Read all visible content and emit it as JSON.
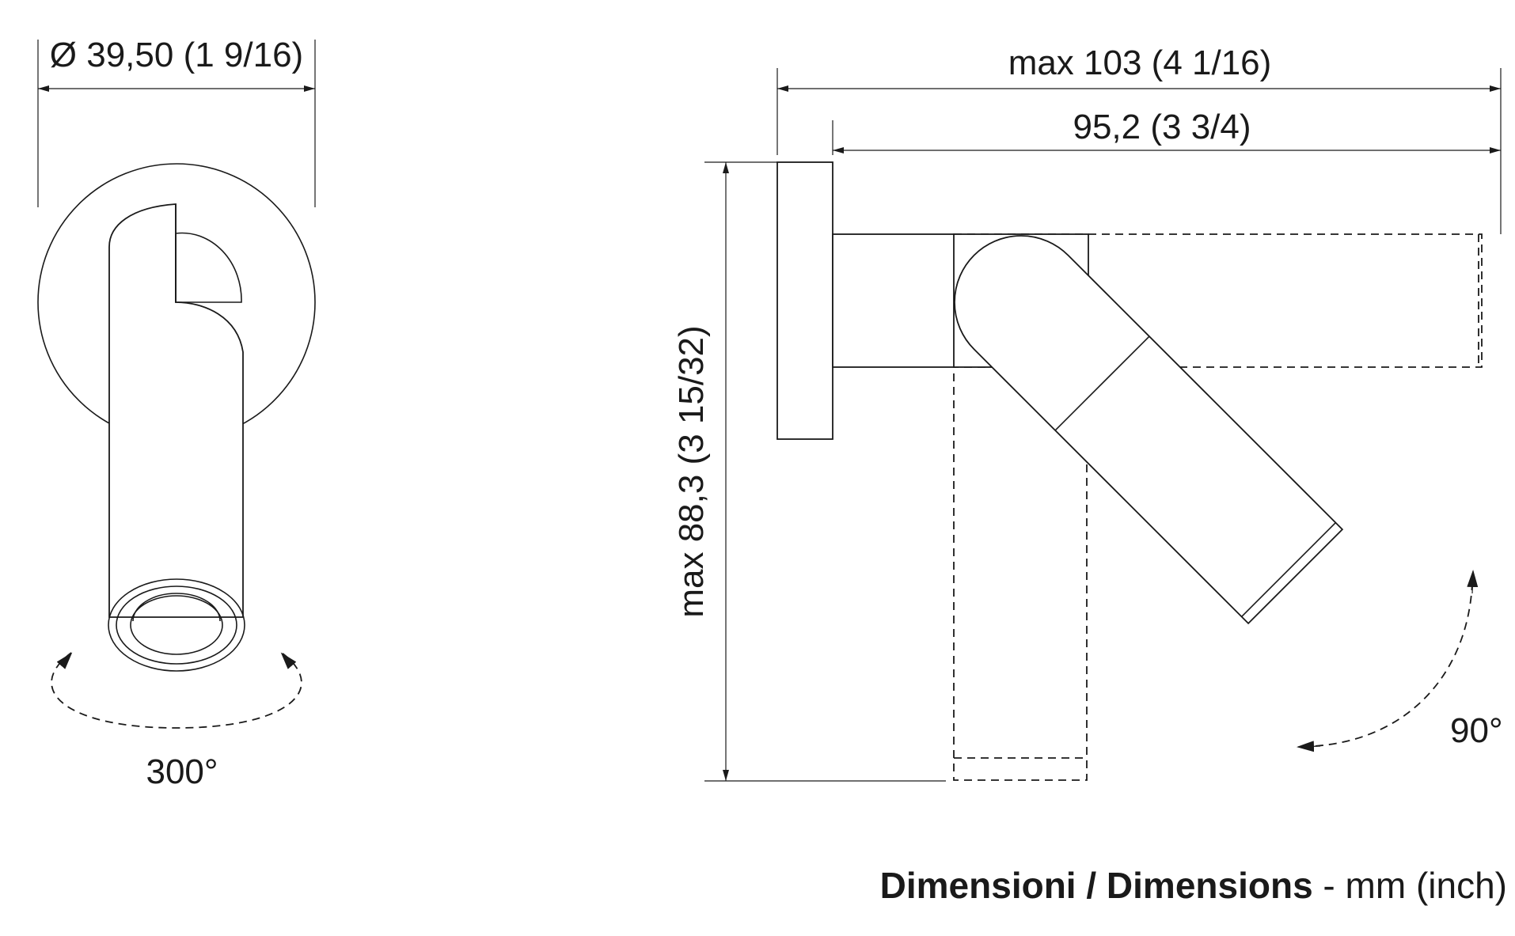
{
  "dimensions": {
    "diameter": "Ø 39,50 (1 9/16)",
    "max_width": "max 103 (4 1/16)",
    "arm_length": "95,2 (3 3/4)",
    "max_height": "max 88,3 (3 15/32)"
  },
  "angles": {
    "rotation": "300°",
    "tilt": "90°"
  },
  "caption": {
    "bold": "Dimensioni / Dimensions",
    "separator": " - ",
    "units": "mm (inch)"
  }
}
